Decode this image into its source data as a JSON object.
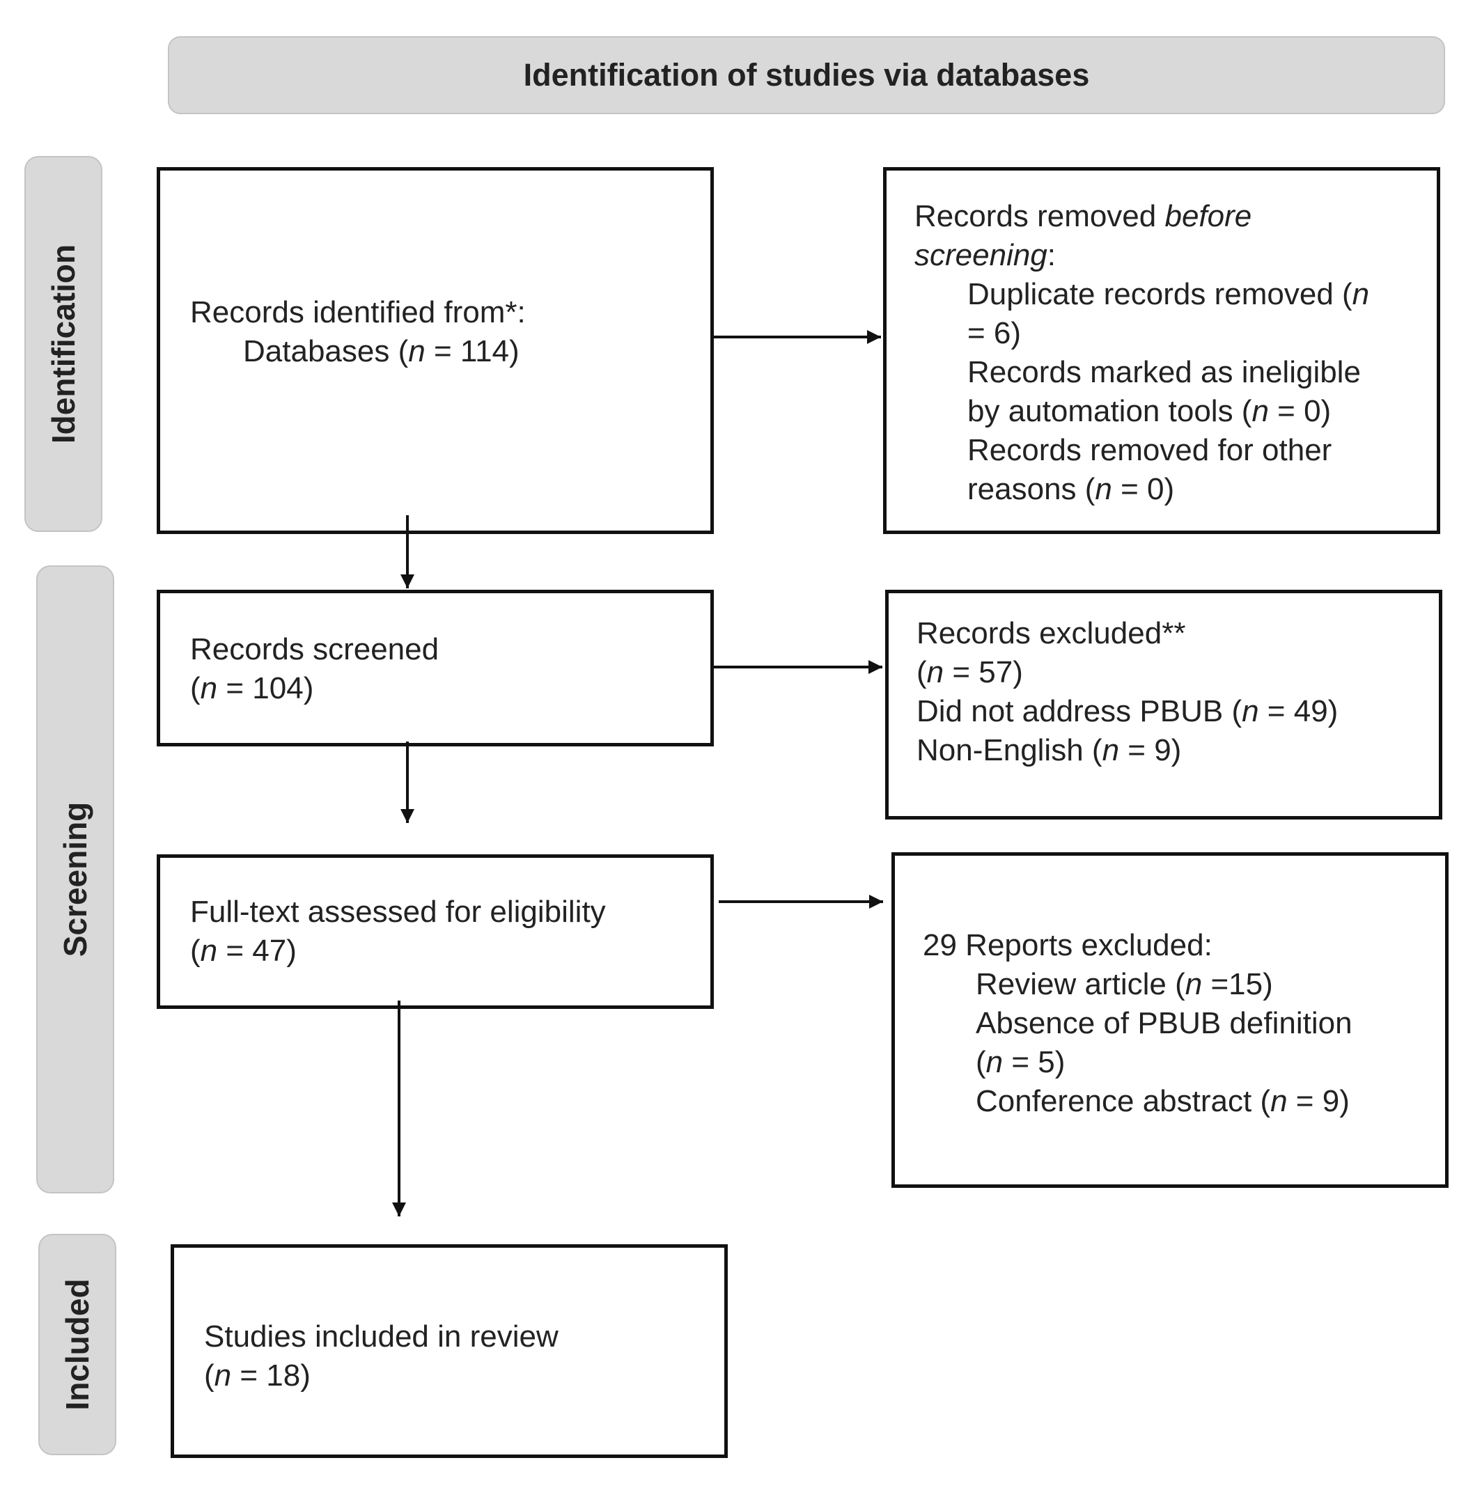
{
  "header": {
    "title": "Identification of studies via databases"
  },
  "phases": {
    "identification": "Identification",
    "screening": "Screening",
    "included": "Included"
  },
  "identified": {
    "line1": "Records identified from*:",
    "line2_pre": "Databases (",
    "line2_n": "n",
    "line2_post": " = 114)"
  },
  "removed": {
    "title_pre": "Records removed ",
    "title_em": "before",
    "title_em2": "screening",
    "title_post": ":",
    "dup_line1_pre": "Duplicate records removed (",
    "dup_line1_n": "n",
    "dup_line2": "= 6)",
    "auto_line1": "Records marked as ineligible",
    "auto_line2_pre": "by automation tools (",
    "auto_line2_n": "n",
    "auto_line2_post": " = 0)",
    "other_line1": "Records removed for other",
    "other_line2_pre": "reasons (",
    "other_line2_n": "n",
    "other_line2_post": " = 0)"
  },
  "screened": {
    "line1": "Records screened",
    "line2_pre": "(",
    "line2_n": "n",
    "line2_post": " = 104)"
  },
  "excluded": {
    "line1": "Records excluded**",
    "line2_pre": "(",
    "line2_n": "n",
    "line2_post": " = 57)",
    "line3_pre": "Did not address PBUB (",
    "line3_n": "n",
    "line3_post": " = 49)",
    "line4_pre": "Non-English (",
    "line4_n": "n",
    "line4_post": " = 9)"
  },
  "fulltext": {
    "line1": "Full-text assessed for eligibility",
    "line2_pre": "(",
    "line2_n": "n",
    "line2_post": " = 47)"
  },
  "reports": {
    "line1": "29 Reports excluded:",
    "line2_pre": "Review article (",
    "line2_n": "n",
    "line2_post": " =15)",
    "line3": "Absence of PBUB definition",
    "line4_pre": "(",
    "line4_n": "n",
    "line4_post": " = 5)",
    "line5_pre": "Conference abstract (",
    "line5_n": "n",
    "line5_post": " = 9)"
  },
  "included": {
    "line1": "Studies included in review",
    "line2_pre": "(",
    "line2_n": "n",
    "line2_post": " = 18)"
  }
}
